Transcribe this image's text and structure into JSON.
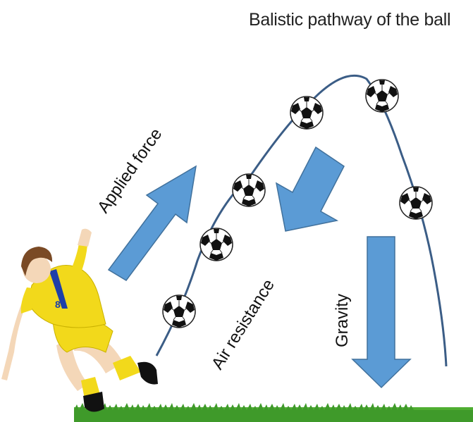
{
  "diagram": {
    "title": "Balistic pathway of the ball",
    "labels": {
      "applied_force": "Applied force",
      "air_resistance": "Air resistance",
      "gravity": "Gravity"
    },
    "colors": {
      "arrow_fill": "#5b9bd5",
      "arrow_stroke": "#41719c",
      "trajectory": "#3b5d86",
      "grass": "#3f9a2a",
      "jersey": "#f2d91b",
      "jersey_trim": "#1e3fa8"
    },
    "icons": [
      "soccer-ball-icon",
      "soccer-player-icon",
      "grass-icon"
    ]
  }
}
